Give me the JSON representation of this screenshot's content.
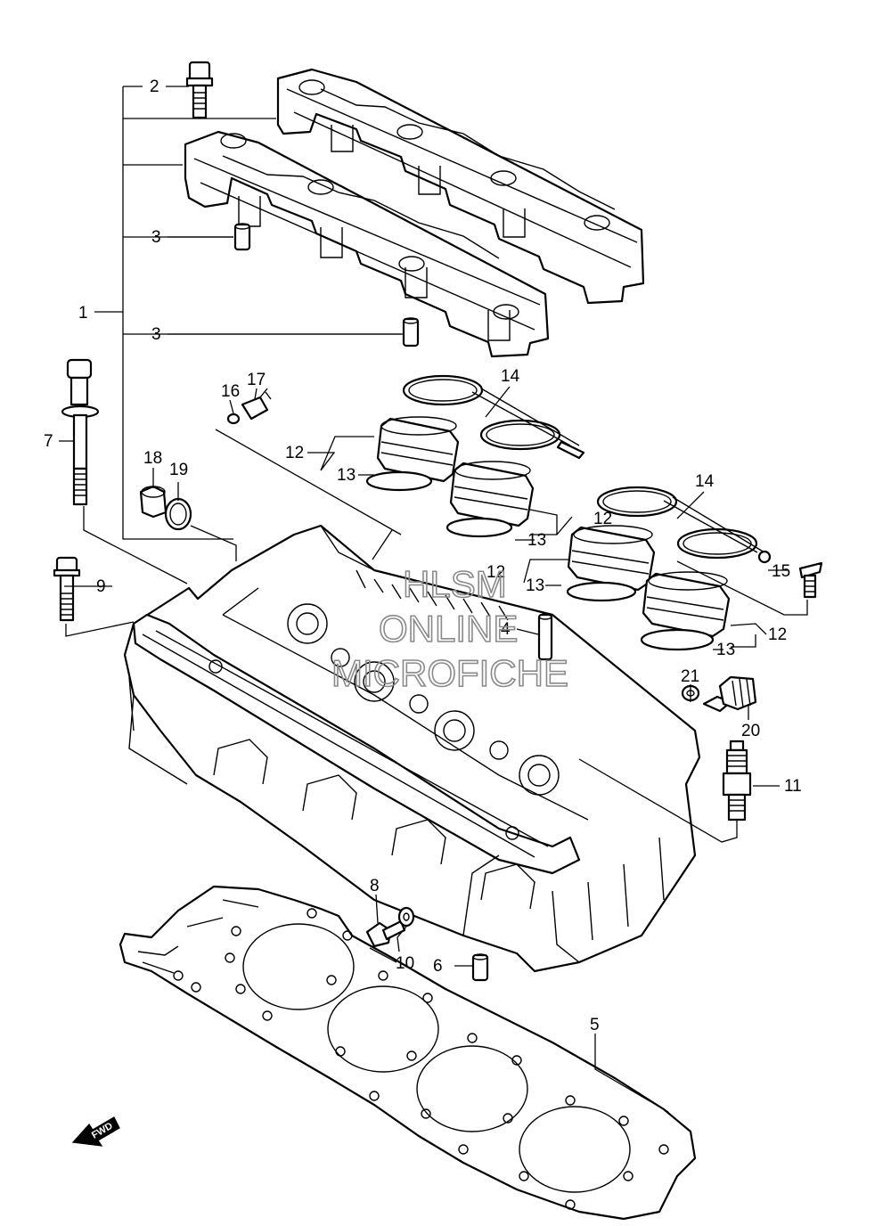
{
  "callouts": {
    "c1": "1",
    "c2": "2",
    "c3a": "3",
    "c3b": "3",
    "c4": "4",
    "c5": "5",
    "c6": "6",
    "c7": "7",
    "c8": "8",
    "c9": "9",
    "c10": "10",
    "c11": "11",
    "c12a": "12",
    "c12b": "12",
    "c12c": "12",
    "c12d": "12",
    "c13a": "13",
    "c13b": "13",
    "c13c": "13",
    "c13d": "13",
    "c14a": "14",
    "c14b": "14",
    "c15": "15",
    "c16": "16",
    "c17": "17",
    "c18": "18",
    "c19": "19",
    "c20": "20",
    "c21": "21"
  },
  "watermark": {
    "line1": "HLSM",
    "line2": "ONLINE",
    "line3": "MICROFICHE"
  },
  "fwd_badge": "FWD"
}
